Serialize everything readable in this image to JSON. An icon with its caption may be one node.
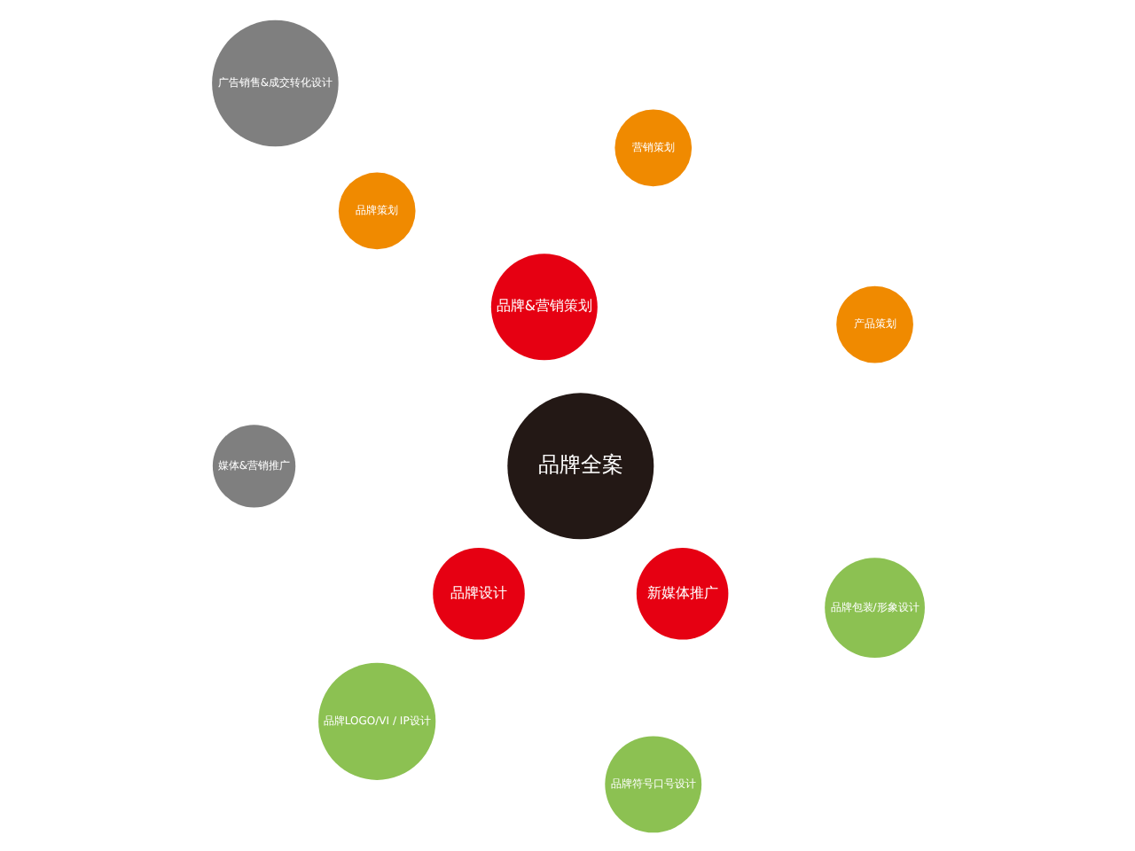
{
  "diagram": {
    "nodes": [
      {
        "text": [
          "品牌全案"
        ]
      },
      {
        "text": [
          "品牌&营销策划"
        ]
      },
      {
        "text": [
          "品牌设计"
        ]
      },
      {
        "text": [
          "新媒体推广"
        ]
      },
      {
        "text": [
          "品牌LOGO/VI / IP设计"
        ]
      },
      {
        "text": [
          "品牌符号口号设计"
        ]
      },
      {
        "text": [
          "品牌包装/形象设计"
        ]
      },
      {
        "text": [
          "产品策划"
        ]
      },
      {
        "text": [
          "营销策划"
        ]
      },
      {
        "text": [
          "品牌策划"
        ]
      },
      {
        "text": [
          "广告销售&成交转化设计"
        ]
      },
      {
        "text": [
          "媒体&营销推广"
        ]
      }
    ]
  }
}
